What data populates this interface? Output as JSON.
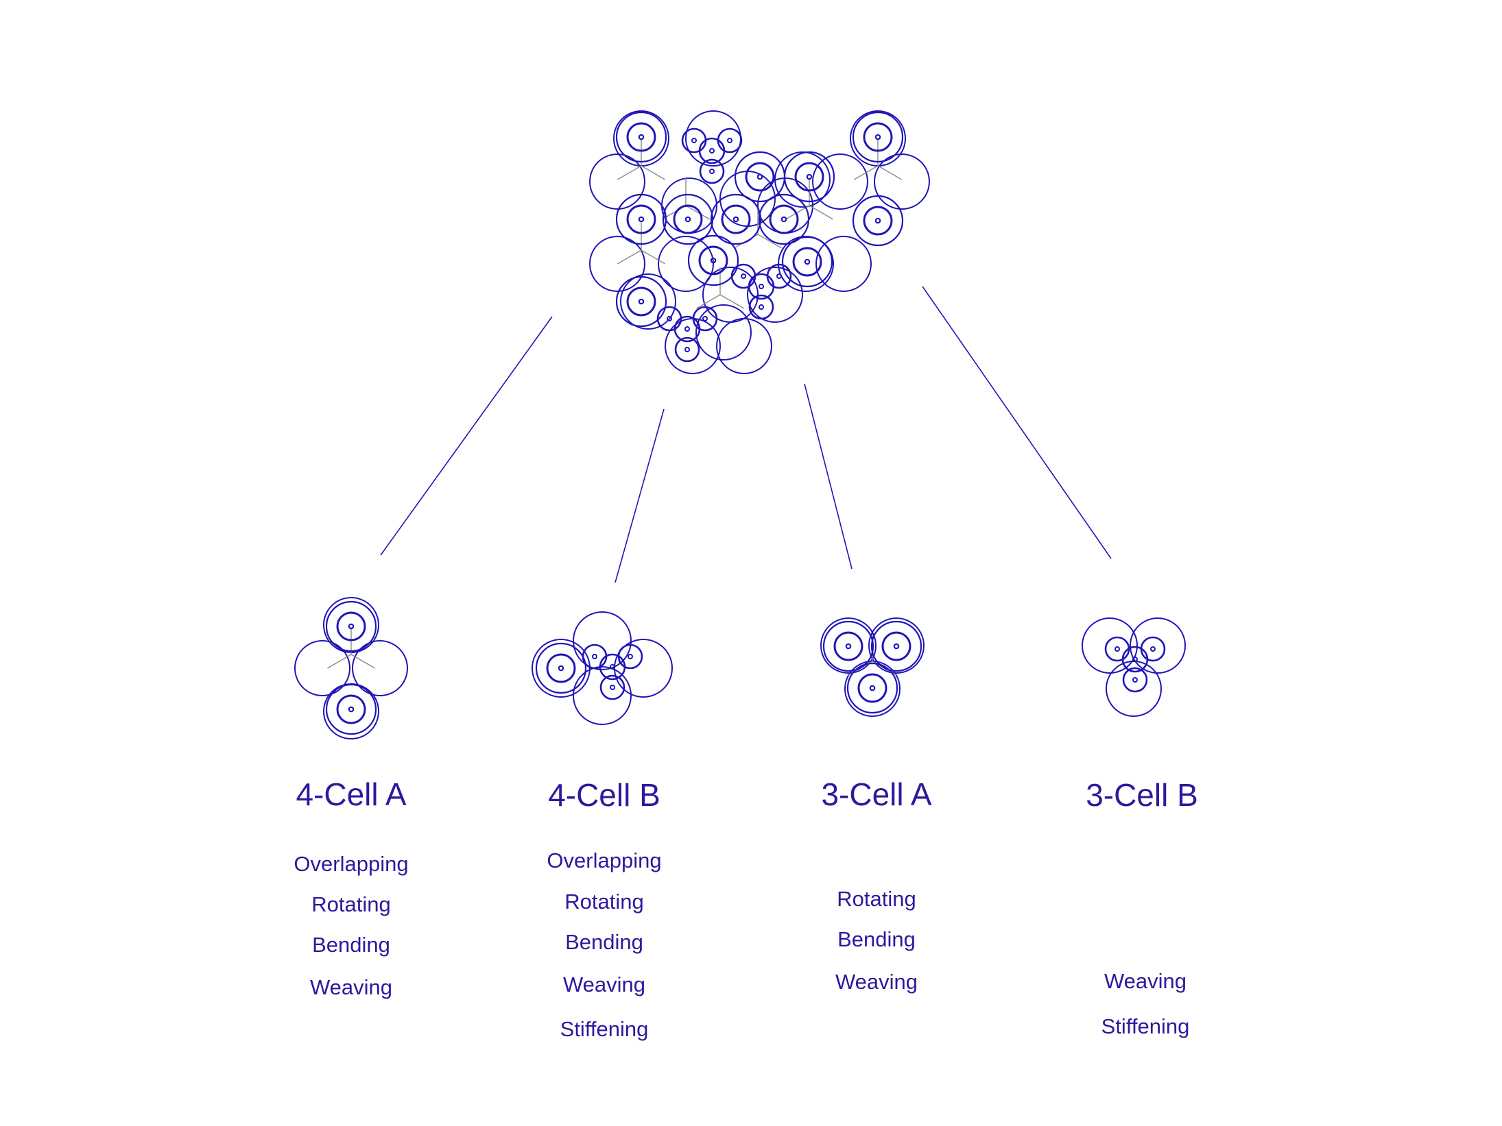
{
  "colors": {
    "stroke": "#1f16b8",
    "text": "#2b1a9e",
    "hexline": "#8a8a8a",
    "background": "#ffffff"
  },
  "columns": [
    {
      "title": "4-Cell A",
      "properties": [
        "Overlapping",
        "Rotating",
        "Bending",
        "Weaving"
      ]
    },
    {
      "title": "4-Cell B",
      "properties": [
        "Overlapping",
        "Rotating",
        "Bending",
        "Weaving",
        "Stiffening"
      ]
    },
    {
      "title": "3-Cell A",
      "properties": [
        "Rotating",
        "Bending",
        "Weaving"
      ]
    },
    {
      "title": "3-Cell B",
      "properties": [
        "Weaving",
        "Stiffening"
      ]
    }
  ]
}
